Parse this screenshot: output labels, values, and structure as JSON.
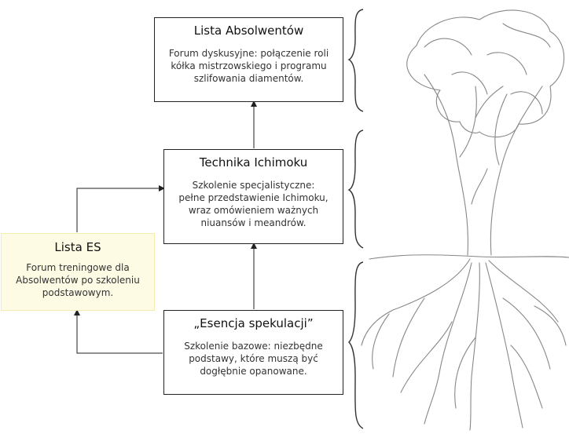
{
  "nodes": {
    "absolwenci": {
      "title": "Lista Absolwentów",
      "line1": "Forum dyskusyjne: połączenie roli",
      "line2": "kółka mistrzowskiego i programu",
      "line3": "szlifowania diamentów."
    },
    "ichimoku": {
      "title": "Technika Ichimoku",
      "line1": "Szkolenie specjalistyczne:",
      "line2": "pełne przedstawienie Ichimoku,",
      "line3": "wraz omówieniem ważnych",
      "line4": "niuansów i meandrów."
    },
    "es": {
      "title": "Lista ES",
      "line1": "Forum treningowe dla",
      "line2": "Absolwentów po szkoleniu",
      "line3": "podstawowym."
    },
    "esencja": {
      "title": "„Esencja spekulacji”",
      "line1": "Szkolenie bazowe: niezbędne",
      "line2": "podstawy, które muszą być",
      "line3": "dogłębnie opanowane."
    }
  },
  "colors": {
    "es_fill": "#fdfbe4",
    "border": "#222222",
    "tree_ink": "#777777"
  },
  "icons": [
    "tree-sketch-icon",
    "curly-brace-icon"
  ]
}
